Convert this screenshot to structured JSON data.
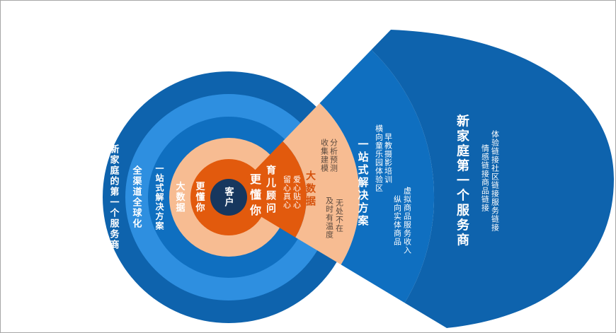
{
  "colors": {
    "blue_dark": "#0e63ad",
    "blue_bright": "#2e8fe0",
    "blue_mid": "#0f6fc0",
    "peach": "#f7bc92",
    "orange": "#e25a0d",
    "navy": "#17375e",
    "title_orange": "#d4500a",
    "small_dark": "#5b4a3f",
    "background": "#ffffff"
  },
  "center": {
    "label": "客户"
  },
  "rings": [
    {
      "label": "新家庭的第一个服务商"
    },
    {
      "label": "全渠道全球化"
    },
    {
      "label": "一站式解决方案"
    },
    {
      "label": "大数据"
    },
    {
      "label": "更懂你"
    }
  ],
  "fan": {
    "orange": {
      "title": "更懂你",
      "subtitle": "育儿顾问",
      "cols": [
        "留心真心",
        "爱心贴心"
      ]
    },
    "peach": {
      "title": "大数据",
      "upper_cols": [
        "收集建模",
        "分析预测"
      ],
      "lower_cols": [
        "及时有温度",
        "无处不在"
      ]
    },
    "blue": {
      "title": "一站式解决方案",
      "upper_cols": [
        "横向童乐园体验区",
        "早教摄影培训"
      ],
      "lower_cols": [
        "纵向实体商品",
        "虚拟商品服务收入"
      ]
    },
    "outer": {
      "title": "新家庭第一个服务商",
      "cols": [
        "情感链接商品链接",
        "体验链接社区链接服务链接"
      ]
    }
  }
}
